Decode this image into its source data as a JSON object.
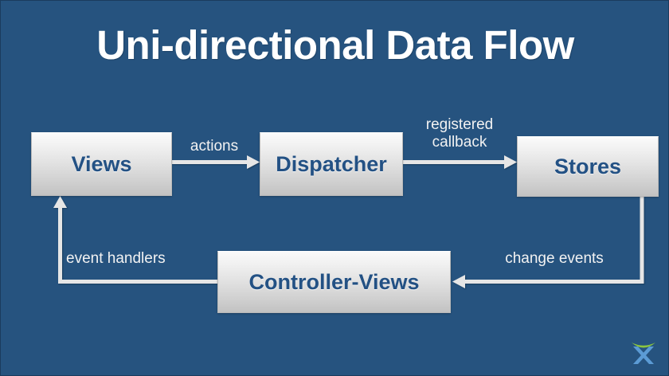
{
  "slide": {
    "title": "Uni-directional Data Flow",
    "background_color": "#26537f",
    "title_color": "#ffffff",
    "node_text_color": "#235184",
    "label_color": "#f2f2f2",
    "arrow_color": "#e8e8e8"
  },
  "diagram": {
    "type": "flow-diagram",
    "nodes": [
      {
        "id": "views",
        "label": "Views"
      },
      {
        "id": "dispatcher",
        "label": "Dispatcher"
      },
      {
        "id": "stores",
        "label": "Stores"
      },
      {
        "id": "controller",
        "label": "Controller-Views"
      }
    ],
    "edges": [
      {
        "from": "views",
        "to": "dispatcher",
        "label": "actions"
      },
      {
        "from": "dispatcher",
        "to": "stores",
        "label": "registered\ncallback"
      },
      {
        "from": "stores",
        "to": "controller",
        "label": "change events"
      },
      {
        "from": "controller",
        "to": "views",
        "label": "event handlers"
      }
    ]
  },
  "logo": {
    "name": "x-arc-logo",
    "mark_color": "#5b9bd5",
    "arc_color": "#8cc63f"
  }
}
